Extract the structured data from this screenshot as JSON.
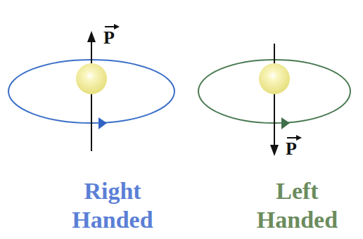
{
  "diagram": {
    "labels": [
      "P",
      "P",
      "Right Handed",
      "Left Handed"
    ]
  }
}
